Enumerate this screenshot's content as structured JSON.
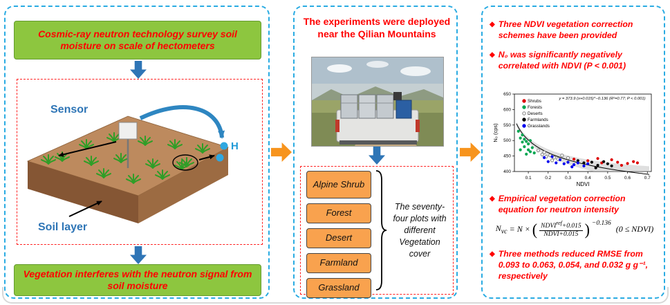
{
  "left_panel": {
    "top_box": "Cosmic-ray neutron technology survey soil moisture on scale of hectometers",
    "bottom_box": "Vegetation interferes with the neutron signal from soil moisture",
    "scene": {
      "sensor_label": "Sensor",
      "soil_label": "Soil layer",
      "hydrogen_label": "H"
    }
  },
  "middle_panel": {
    "title": "The experiments were deployed near the Qilian Mountains",
    "vegetation_types": [
      "Alpine Shrub",
      "Forest",
      "Desert",
      "Farmland",
      "Grassland"
    ],
    "caption": "The seventy-four plots with different Vegetation cover"
  },
  "right_panel": {
    "bullet_icon": "◆",
    "bullets": [
      "Three NDVI vegetation correction schemes have been provided",
      "N₀ was significantly negatively correlated with NDVI (P < 0.001)",
      "Empirical vegetation correction equation for neutron intensity",
      "Three methods reduced RMSE from 0.093 to 0.063, 0.054, and 0.032 g g⁻¹, respectively"
    ],
    "equation": {
      "lhs_base": "N",
      "lhs_sub": "vc",
      "equals": "= N ×",
      "lparen": "(",
      "rparen": ")",
      "num_base": "NDVI",
      "num_sup": "ref",
      "num_tail": "+0.015",
      "den": "NDVI+0.015",
      "exponent": "−0.136",
      "condition": "(0 ≤ NDVI)"
    }
  },
  "chart_data": {
    "type": "scatter",
    "xlabel": "NDVI",
    "ylabel": "N₀ (cps)",
    "xlim": [
      0.03,
      0.72
    ],
    "ylim": [
      400,
      650
    ],
    "xticks": [
      0.1,
      0.2,
      0.3,
      0.4,
      0.5,
      0.6,
      0.7
    ],
    "yticks": [
      400,
      450,
      500,
      550,
      600,
      650
    ],
    "annotation": "y = 373.9 (x+0.015)^−0.136 (R²=0.77; P < 0.001)",
    "fit_curve": {
      "formula": "y = a(x+c)^b",
      "a": 373.9,
      "b": -0.136,
      "c": 0.015
    },
    "legend_position": "upper-left-inside",
    "grid": false,
    "series": [
      {
        "name": "Shrubs",
        "color": "#dd0000",
        "marker": "filled",
        "points": [
          [
            0.33,
            440
          ],
          [
            0.4,
            435
          ],
          [
            0.45,
            442
          ],
          [
            0.47,
            428
          ],
          [
            0.52,
            438
          ],
          [
            0.55,
            430
          ],
          [
            0.57,
            420
          ],
          [
            0.6,
            426
          ],
          [
            0.63,
            432
          ],
          [
            0.65,
            428
          ]
        ]
      },
      {
        "name": "Forests",
        "color": "#00a651",
        "marker": "filled",
        "points": [
          [
            0.05,
            530
          ],
          [
            0.06,
            508
          ],
          [
            0.06,
            470
          ],
          [
            0.07,
            495
          ],
          [
            0.07,
            518
          ],
          [
            0.08,
            504
          ],
          [
            0.08,
            480
          ],
          [
            0.09,
            497
          ],
          [
            0.09,
            456
          ],
          [
            0.1,
            470
          ],
          [
            0.1,
            489
          ],
          [
            0.11,
            464
          ],
          [
            0.11,
            500
          ],
          [
            0.12,
            477
          ],
          [
            0.13,
            460
          ]
        ]
      },
      {
        "name": "Deserts",
        "color": "#808080",
        "marker": "open",
        "points": [
          [
            0.15,
            468
          ],
          [
            0.17,
            455
          ],
          [
            0.18,
            462
          ],
          [
            0.19,
            448
          ],
          [
            0.21,
            452
          ],
          [
            0.22,
            436
          ],
          [
            0.23,
            445
          ],
          [
            0.25,
            440
          ],
          [
            0.27,
            452
          ],
          [
            0.3,
            444
          ]
        ]
      },
      {
        "name": "Farmlands",
        "color": "#000000",
        "marker": "filled",
        "points": [
          [
            0.35,
            435
          ],
          [
            0.38,
            428
          ],
          [
            0.42,
            430
          ],
          [
            0.44,
            412
          ],
          [
            0.45,
            420
          ],
          [
            0.48,
            432
          ],
          [
            0.5,
            425
          ],
          [
            0.52,
            418
          ]
        ]
      },
      {
        "name": "Grasslands",
        "color": "#0000ee",
        "marker": "filled",
        "points": [
          [
            0.18,
            445
          ],
          [
            0.2,
            432
          ],
          [
            0.22,
            448
          ],
          [
            0.24,
            428
          ],
          [
            0.26,
            438
          ],
          [
            0.28,
            425
          ],
          [
            0.3,
            430
          ],
          [
            0.32,
            415
          ],
          [
            0.33,
            422
          ],
          [
            0.35,
            428
          ],
          [
            0.38,
            418
          ],
          [
            0.4,
            425
          ]
        ]
      }
    ]
  }
}
